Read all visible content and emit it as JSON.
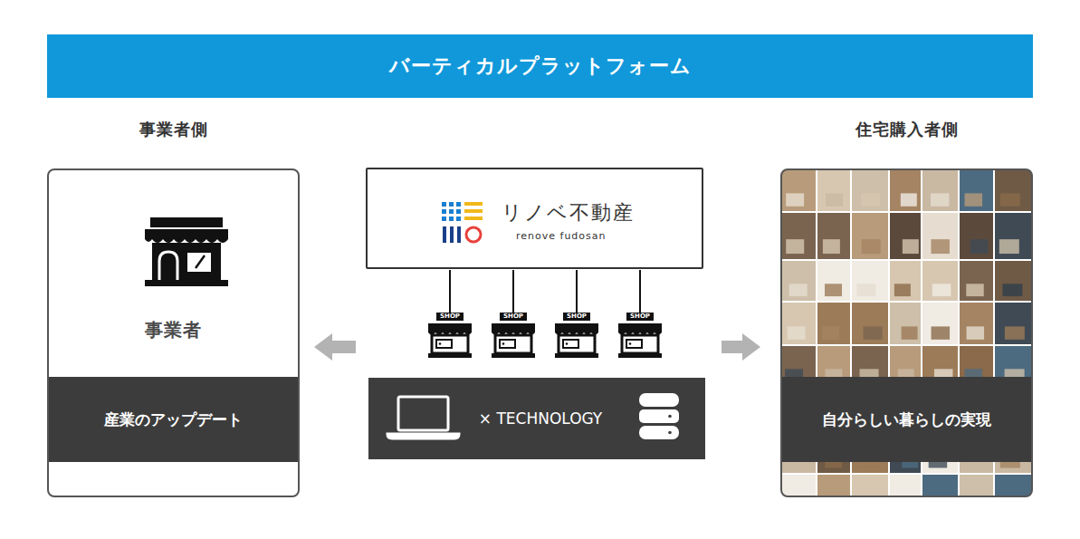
{
  "diagram": {
    "nodes": [
      {
        "text": [
          "バーティカルプラットフォーム"
        ]
      },
      {
        "text": [
          "事業者側",
          "事業者"
        ]
      },
      {
        "text": [
          "産業のアップデート"
        ],
        "in": 1
      },
      {
        "text": [
          "リノベ不動産",
          "renove fudosan"
        ]
      },
      {
        "text": [
          "× TECHNOLOGY"
        ]
      },
      {
        "text": [
          "住宅購入者側"
        ]
      },
      {
        "text": [
          "自分らしい暮らしの実現"
        ],
        "in": 5
      }
    ],
    "edges": [
      {
        "from": 4,
        "to": 1,
        "arrow": "to"
      },
      {
        "from": 4,
        "to": 5,
        "arrow": "to"
      }
    ],
    "labels": [
      "SHOP",
      "SHOP",
      "SHOP",
      "SHOP"
    ]
  }
}
